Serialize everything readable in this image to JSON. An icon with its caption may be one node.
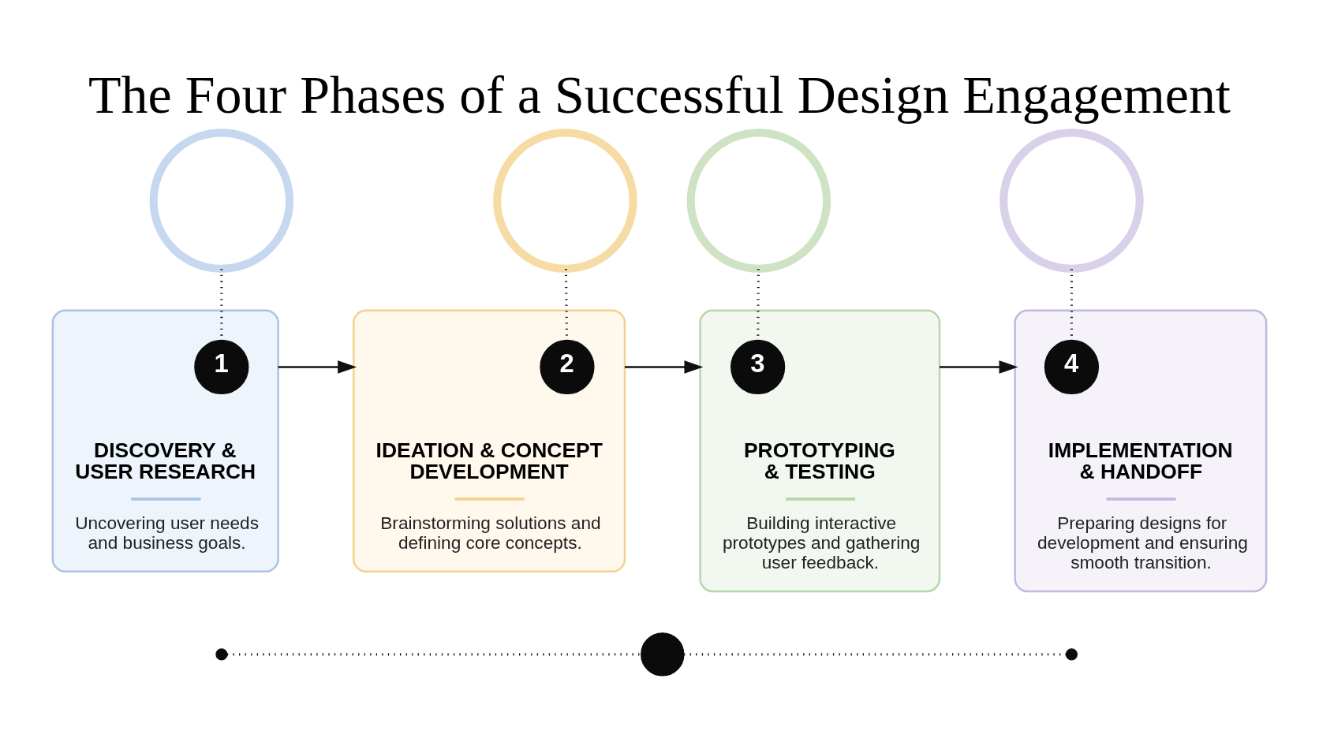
{
  "diagram": {
    "title": "The Four Phases of a Successful Design Engagement",
    "nodes": [
      {
        "text": [],
        "shape": "circle"
      },
      {
        "text": [
          "DISCOVERY & USER RESEARCH",
          "Uncovering user needs and business goals."
        ]
      },
      {
        "text": [
          "1"
        ],
        "in": 1
      },
      {
        "text": [],
        "shape": "circle"
      },
      {
        "text": [
          "IDEATION & CONCEPT DEVELOPMENT",
          "Brainstorming solutions and defining core concepts."
        ]
      },
      {
        "text": [
          "2"
        ],
        "in": 4
      },
      {
        "text": [],
        "shape": "circle"
      },
      {
        "text": [
          "PROTOTYPING & TESTING",
          "Building interactive prototypes and gathering user feedback."
        ]
      },
      {
        "text": [
          "3"
        ],
        "in": 7
      },
      {
        "text": [],
        "shape": "circle"
      },
      {
        "text": [
          "IMPLEMENTATION & HANDOFF",
          "Preparing designs for development and ensuring smooth transition."
        ]
      },
      {
        "text": [
          "4"
        ],
        "in": 10
      },
      {
        "text": [],
        "shape": "circle"
      },
      {
        "text": [],
        "shape": "circle"
      },
      {
        "text": [],
        "shape": "circle"
      }
    ],
    "edges": [
      {
        "from": 0,
        "to": 2,
        "arrow": "none",
        "style": "dashed"
      },
      {
        "from": 1,
        "to": 4,
        "arrow": "to"
      },
      {
        "from": 3,
        "to": 5,
        "arrow": "none",
        "style": "dashed"
      },
      {
        "from": 4,
        "to": 7,
        "arrow": "to"
      },
      {
        "from": 6,
        "to": 8,
        "arrow": "none",
        "style": "dashed"
      },
      {
        "from": 7,
        "to": 10,
        "arrow": "to"
      },
      {
        "from": 9,
        "to": 11,
        "arrow": "none",
        "style": "dashed"
      },
      {
        "from": 12,
        "to": 13,
        "arrow": "none",
        "style": "dashed"
      },
      {
        "from": 13,
        "to": 14,
        "arrow": "none",
        "style": "dashed"
      }
    ]
  }
}
